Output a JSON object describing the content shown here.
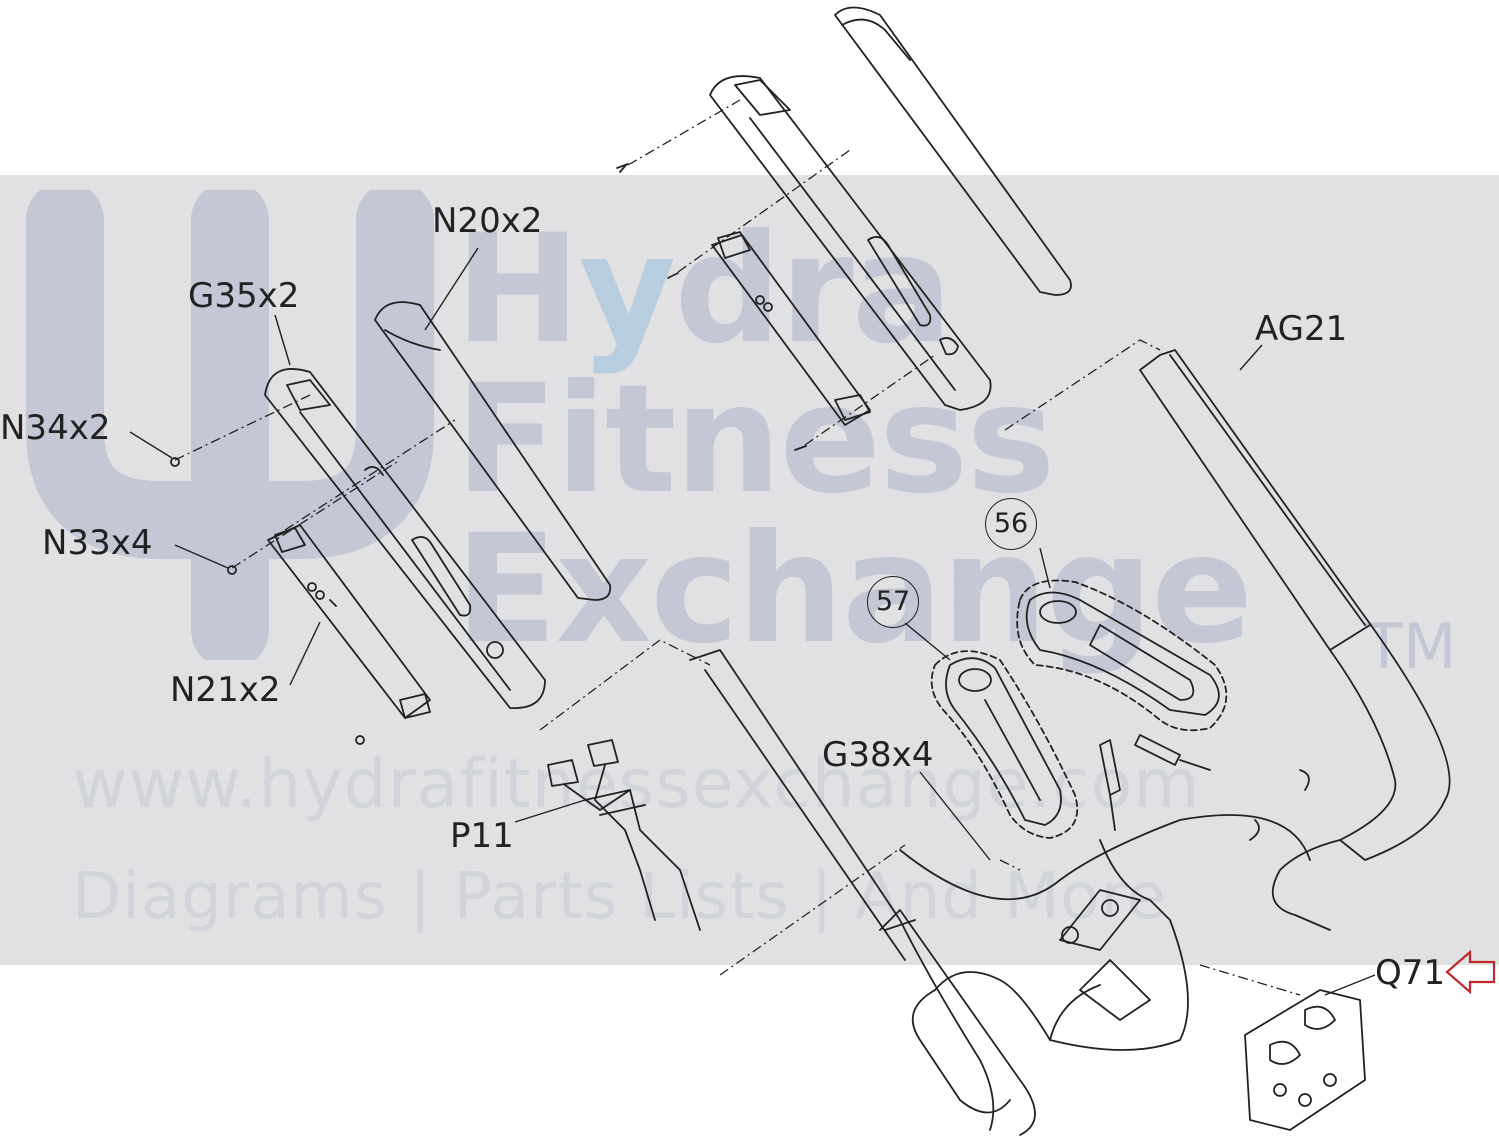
{
  "watermark": {
    "brand_line_1": "Hydra",
    "brand_line_2": "Fitness",
    "brand_line_3": "Exchange",
    "trademark": "TM",
    "url": "www.hydrafitnessexchange.com",
    "tagline": "Diagrams | Parts Lists | And More",
    "logo_icon": "trident-icon",
    "band_color": "#d6d6da",
    "logo_color": "#c3c7d6",
    "letter_y_color": "#b7cde0"
  },
  "callouts": {
    "n20": "N20x2",
    "g35": "G35x2",
    "n34": "N34x2",
    "n33": "N33x4",
    "n21": "N21x2",
    "ag21": "AG21",
    "c56": "56",
    "c57": "57",
    "g38": "G38x4",
    "p11": "P11",
    "q71": "Q71"
  },
  "colors": {
    "line": "#222222",
    "highlight_arrow": "#c0282c"
  }
}
